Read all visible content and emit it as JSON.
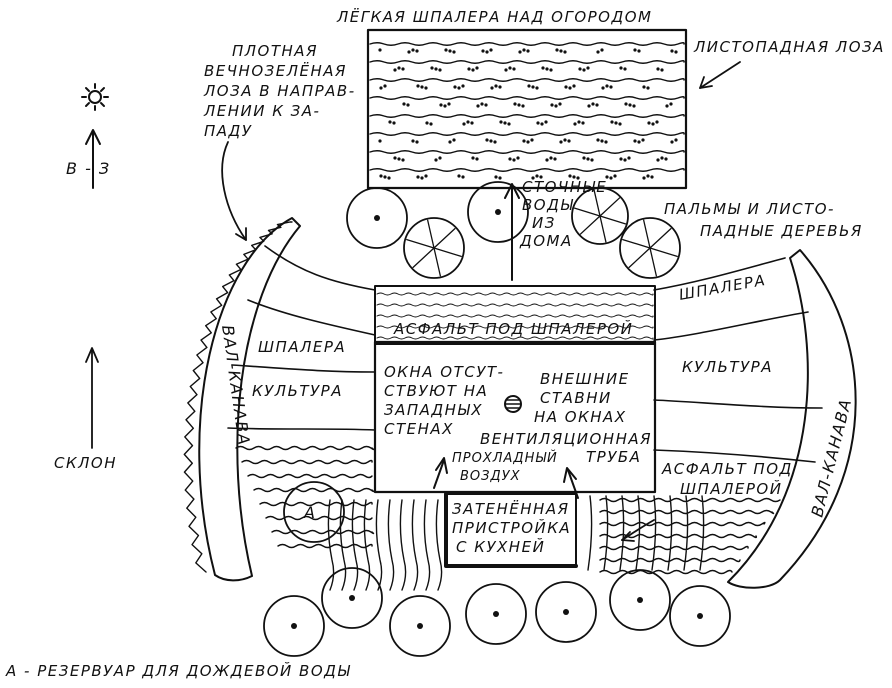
{
  "labels": {
    "trellis_title": "ЛЁГКАЯ ШПАЛЕРА НАД ОГОРОДОМ",
    "deciduous_vine": "ЛИСТОПАДНАЯ ЛОЗА",
    "evergreen_vine": [
      "ПЛОТНАЯ",
      "ВЕЧНОЗЕЛЁНАЯ",
      "ЛОЗА В НАПРАВ-",
      "ЛЕНИИ К ЗА-",
      "ПАДУ"
    ],
    "wastewater": [
      "СТОЧНЫЕ",
      "ВОДЫ",
      "ИЗ",
      "ДОМА"
    ],
    "palms": [
      "ПАЛЬМЫ И ЛИСТО-",
      "ПАДНЫЕ ДЕРЕВЬЯ"
    ],
    "compass": "В - З",
    "asphalt_top": "АСФАЛЬТ ПОД ШПАЛЕРОЙ",
    "trellis_right": "ШПАЛЕРА",
    "culture_right": "КУЛЬТУРА",
    "asphalt_right": [
      "АСФАЛЬТ ПОД",
      "ШПАЛЕРОЙ"
    ],
    "berm_right": "ВАЛ-КАНАВА",
    "berm_left": "ВАЛ-КАНАВА",
    "trellis_left": "ШПАЛЕРА",
    "culture_left": "КУЛЬТУРА",
    "slope": "СКЛОН",
    "no_windows": [
      "ОКНА ОТСУТ-",
      "СТВУЮТ НА",
      "ЗАПАДНЫХ",
      "СТЕНАХ"
    ],
    "shutters": [
      "ВНЕШНИЕ",
      "СТАВНИ",
      "НА ОКНАХ"
    ],
    "vent_pipe": [
      "ВЕНТИЛЯЦИОННАЯ",
      "ТРУБА"
    ],
    "cool_air": [
      "ПРОХЛАДНЫЙ",
      "ВОЗДУХ"
    ],
    "kitchen": [
      "ЗАТЕНЁННАЯ",
      "ПРИСТРОЙКА",
      "С КУХНЕЙ"
    ],
    "tank_marker": "А",
    "legend": "А - РЕЗЕРВУАР ДЛЯ ДОЖДЕВОЙ ВОДЫ"
  },
  "icons": {
    "sun": "sun-icon",
    "north_arrow": "arrow-up-icon",
    "slope_arrow": "arrow-up-icon"
  },
  "colors": {
    "ink": "#111111",
    "paper": "#ffffff"
  }
}
